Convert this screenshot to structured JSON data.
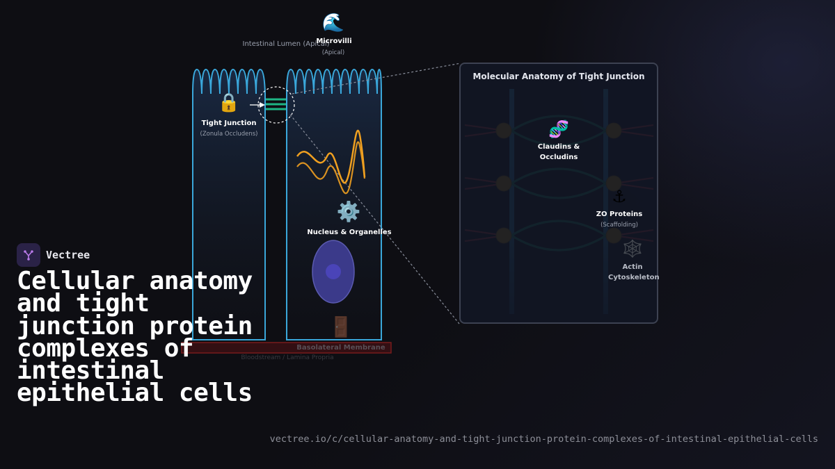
{
  "brand": {
    "name": "Vectree",
    "logo_icon": "tree-network-icon"
  },
  "headline": "Cellular anatomy and tight junction protein complexes of intestinal epithelial cells",
  "url": "vectree.io/c/cellular-anatomy-and-tight-junction-protein-complexes-of-intestinal-epithelial-cells",
  "diagram": {
    "lumen_label": "Intestinal Lumen (Apical)",
    "microvilli": {
      "icon": "🌊",
      "label": "Microvilli",
      "sublabel": "(Apical)"
    },
    "tight_junction": {
      "icon": "🔒",
      "label": "Tight Junction",
      "sublabel": "(Zonula Occludens)"
    },
    "nucleus": {
      "icon": "⚙️",
      "label": "Nucleus & Organelles"
    },
    "basolateral": {
      "icon": "🚪",
      "label": "Basolateral Membrane",
      "sublabel": "Bloodstream / Lamina Propria"
    },
    "detail": {
      "title": "Molecular Anatomy of Tight Junction",
      "claudins": {
        "icon": "🧬",
        "label": "Claudins & Occludins"
      },
      "zo": {
        "icon": "⚓",
        "label": "ZO Proteins",
        "sublabel": "(Scaffolding)"
      },
      "actin": {
        "icon": "🕸️",
        "label": "Actin Cytoskeleton"
      }
    },
    "colors": {
      "membrane": "#3fb8f0",
      "junction_strand": "#1eb585",
      "actin": "#e04848",
      "zo_node": "#e8b012",
      "wave": "#f0a020",
      "nucleus": "#3b3a8a",
      "basolateral": "#8b1f1f"
    }
  }
}
